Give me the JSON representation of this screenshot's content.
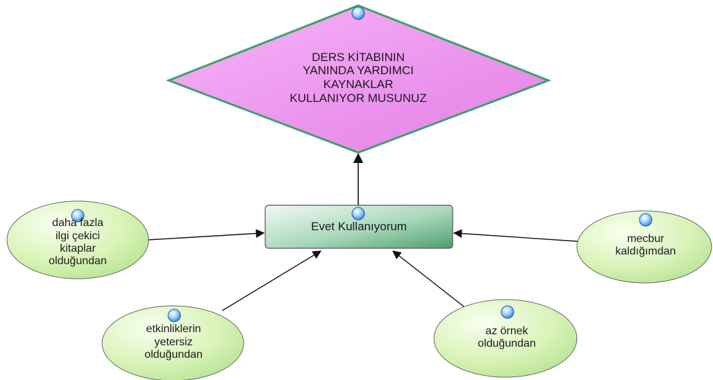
{
  "diagram": {
    "question": {
      "text": "DERS KİTABININ\nYANINDA YARDIMCI\nKAYNAKLAR\nKULLANIYOR MUSUNUZ",
      "fill": "#ee8df0",
      "stroke": "#3fa06a"
    },
    "answer": {
      "text": "Evet Kullanıyorum",
      "fill": "#b9dfc8"
    },
    "reasons": [
      {
        "text": "daha fazla\nilgi çekici\nkitaplar\nolduğundan"
      },
      {
        "text": "etkinliklerin\nyetersiz\nolduğundan"
      },
      {
        "text": "az örnek\nolduğundan"
      },
      {
        "text": "mecbur\nkaldığımdan"
      }
    ],
    "ellipse_fill": "#d8f3b6",
    "connector_icon": "blue-circle-icon"
  }
}
